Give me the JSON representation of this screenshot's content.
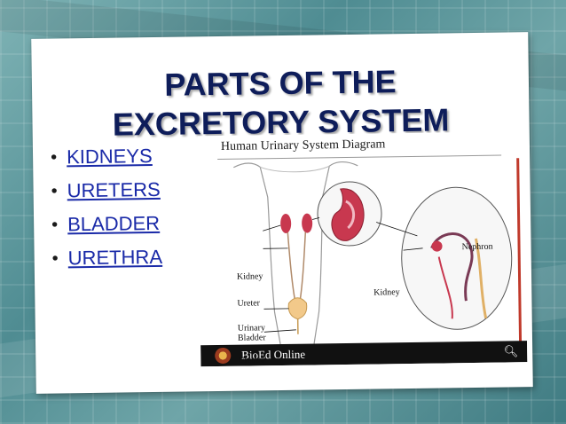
{
  "slide": {
    "title_line1": "PARTS OF THE",
    "title_line2": "EXCRETORY SYSTEM",
    "bullets": [
      "KIDNEYS",
      "URETERS",
      "BLADDER",
      "URETHRA"
    ]
  },
  "diagram": {
    "title": "Human Urinary System Diagram",
    "labels": {
      "kidney": "Kidney",
      "ureter": "Ureter",
      "urinary_bladder_1": "Urinary",
      "urinary_bladder_2": "Bladder",
      "urethra": "Urethra",
      "kidney_zoom": "Kidney",
      "nephron": "Nephron"
    },
    "footer_brand": "BioEd Online",
    "zoom_icon": "magnifier-icon"
  },
  "colors": {
    "title": "#0e1d5a",
    "link": "#1a2aa8",
    "kidney": "#c8384f"
  }
}
